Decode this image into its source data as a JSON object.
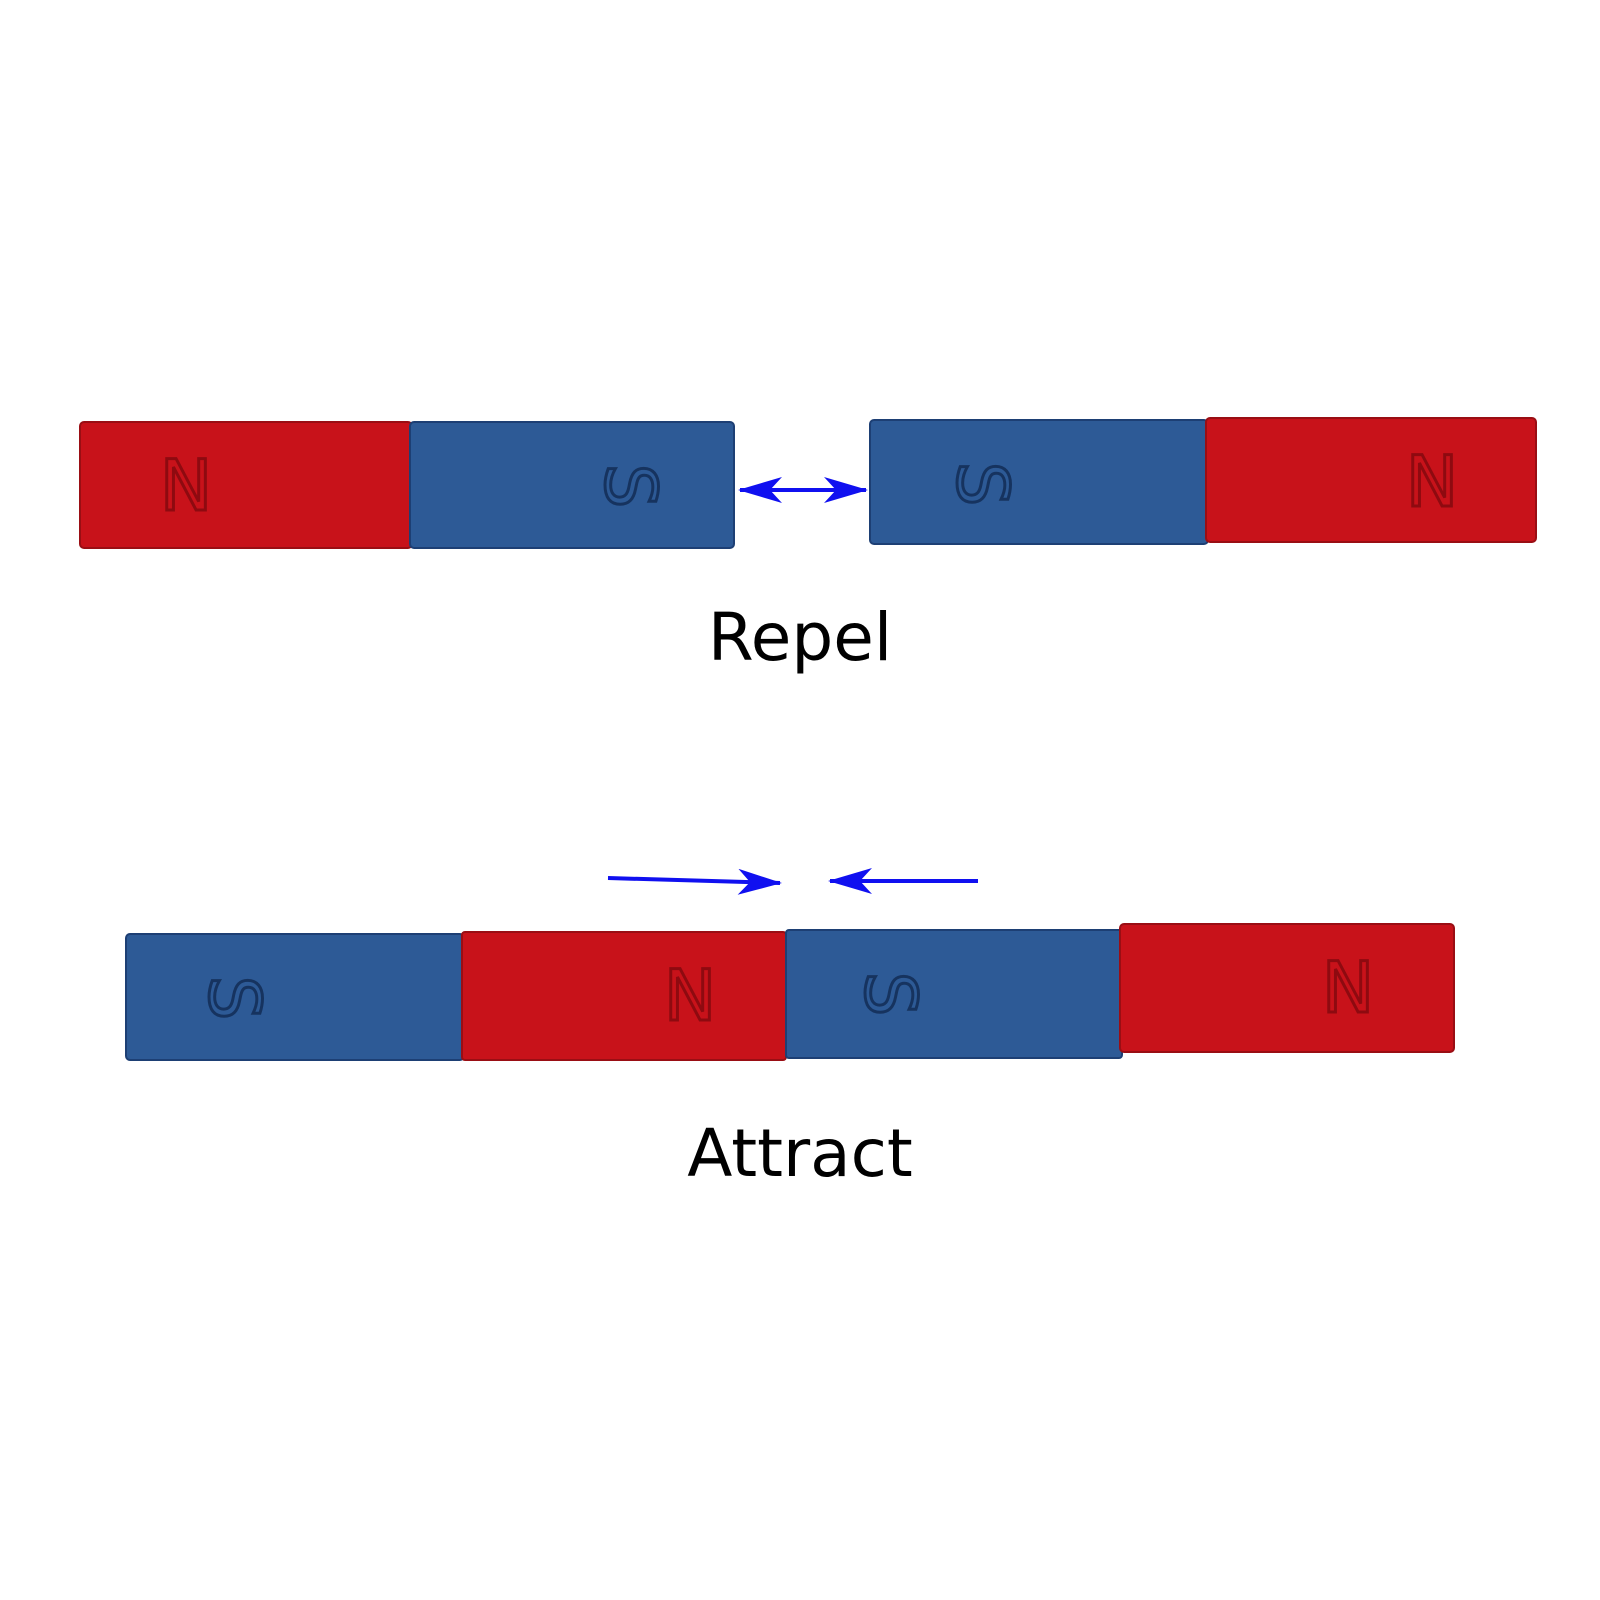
{
  "colors": {
    "north": "#c8121a",
    "north_light": "#d42a30",
    "south": "#2d5a96",
    "south_dark": "#1d3f74",
    "arrow": "#1010f0",
    "background": "#ffffff"
  },
  "poles": {
    "north": "N",
    "south": "S"
  },
  "repel": {
    "caption": "Repel",
    "left_magnet": {
      "left_pole": "N",
      "right_pole": "S"
    },
    "right_magnet": {
      "left_pole": "S",
      "right_pole": "N"
    },
    "arrow": "double-headed-arrow"
  },
  "attract": {
    "caption": "Attract",
    "left_magnet": {
      "left_pole": "S",
      "right_pole": "N"
    },
    "right_magnet": {
      "left_pole": "S",
      "right_pole": "N"
    },
    "arrows": [
      "right-arrow",
      "left-arrow"
    ]
  }
}
